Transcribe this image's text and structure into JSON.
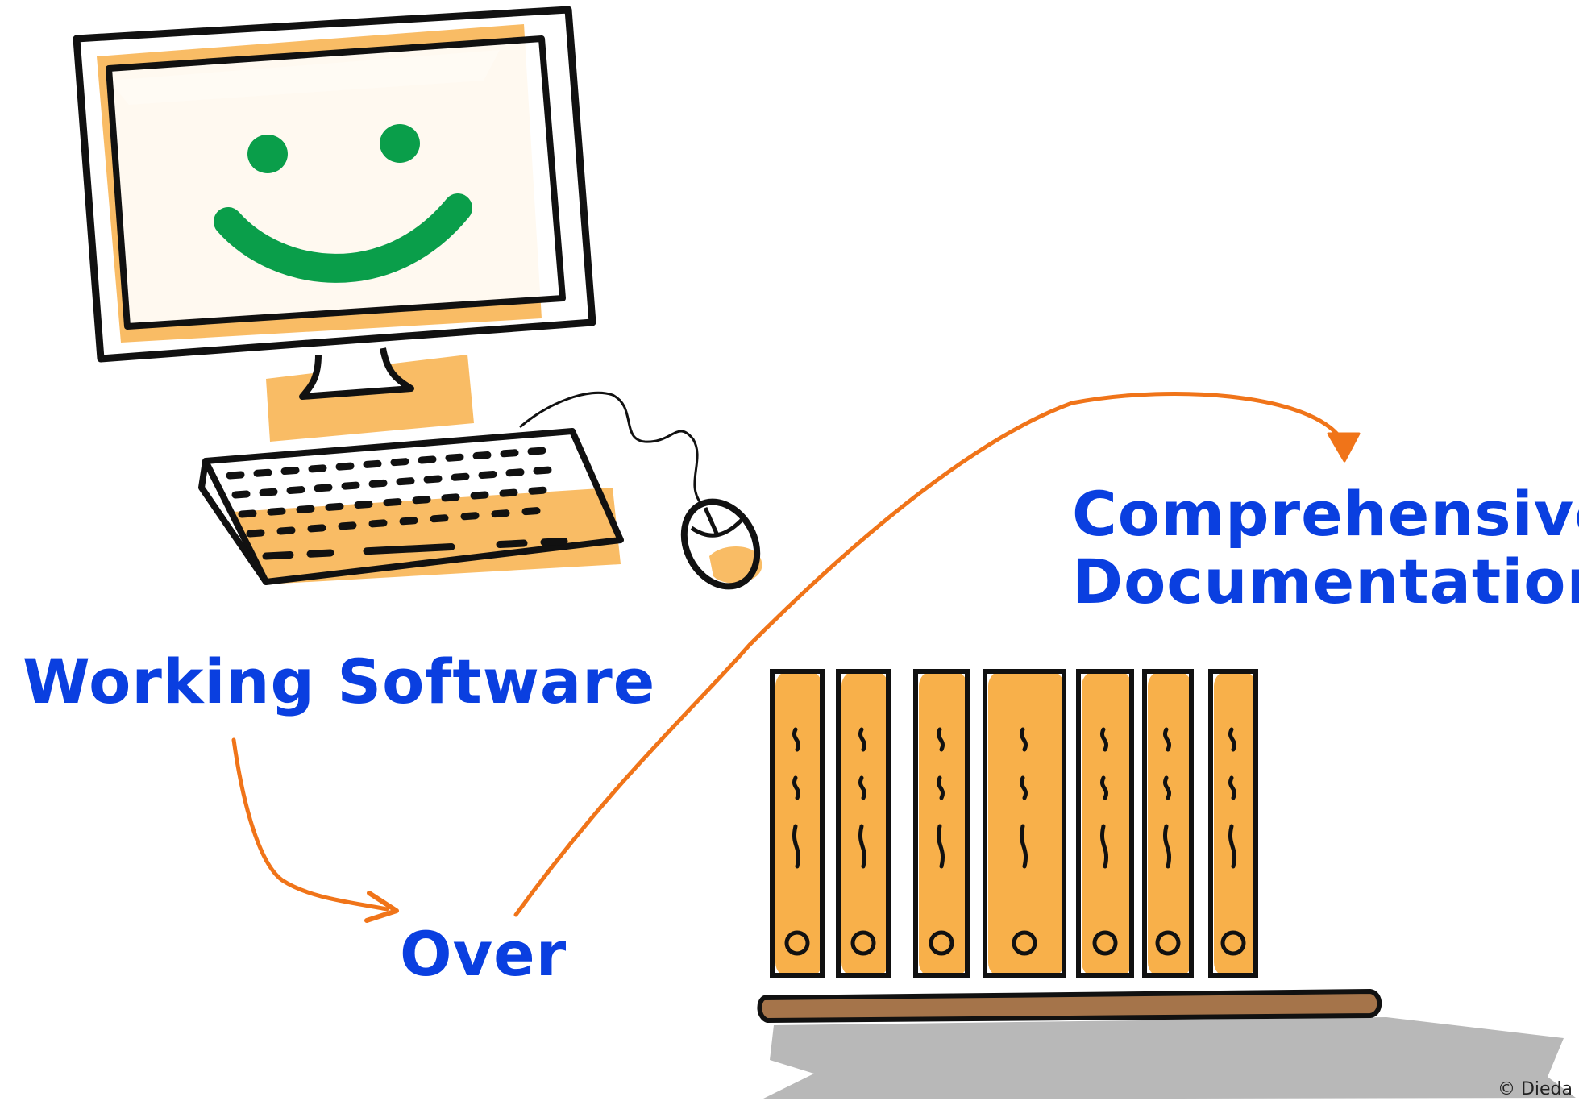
{
  "labels": {
    "working_software": "Working Software",
    "over": "Over",
    "comprehensive_line1": "Comprehensive",
    "comprehensive_line2": "Documentation"
  },
  "credit": "© Dieda",
  "binder_count": 7,
  "colors": {
    "label_blue": "#0a3fe0",
    "arrow_orange": "#f07419",
    "highlight_orange": "#f8b04a",
    "smile_green": "#0a9e4a",
    "outline": "#111111",
    "shelf_brown": "#a5744a",
    "shadow_gray": "#b8b8b8"
  },
  "icons": {
    "computer": "desktop-computer-icon",
    "keyboard": "keyboard-icon",
    "mouse": "mouse-icon",
    "binders": "binders-on-shelf-icon"
  }
}
